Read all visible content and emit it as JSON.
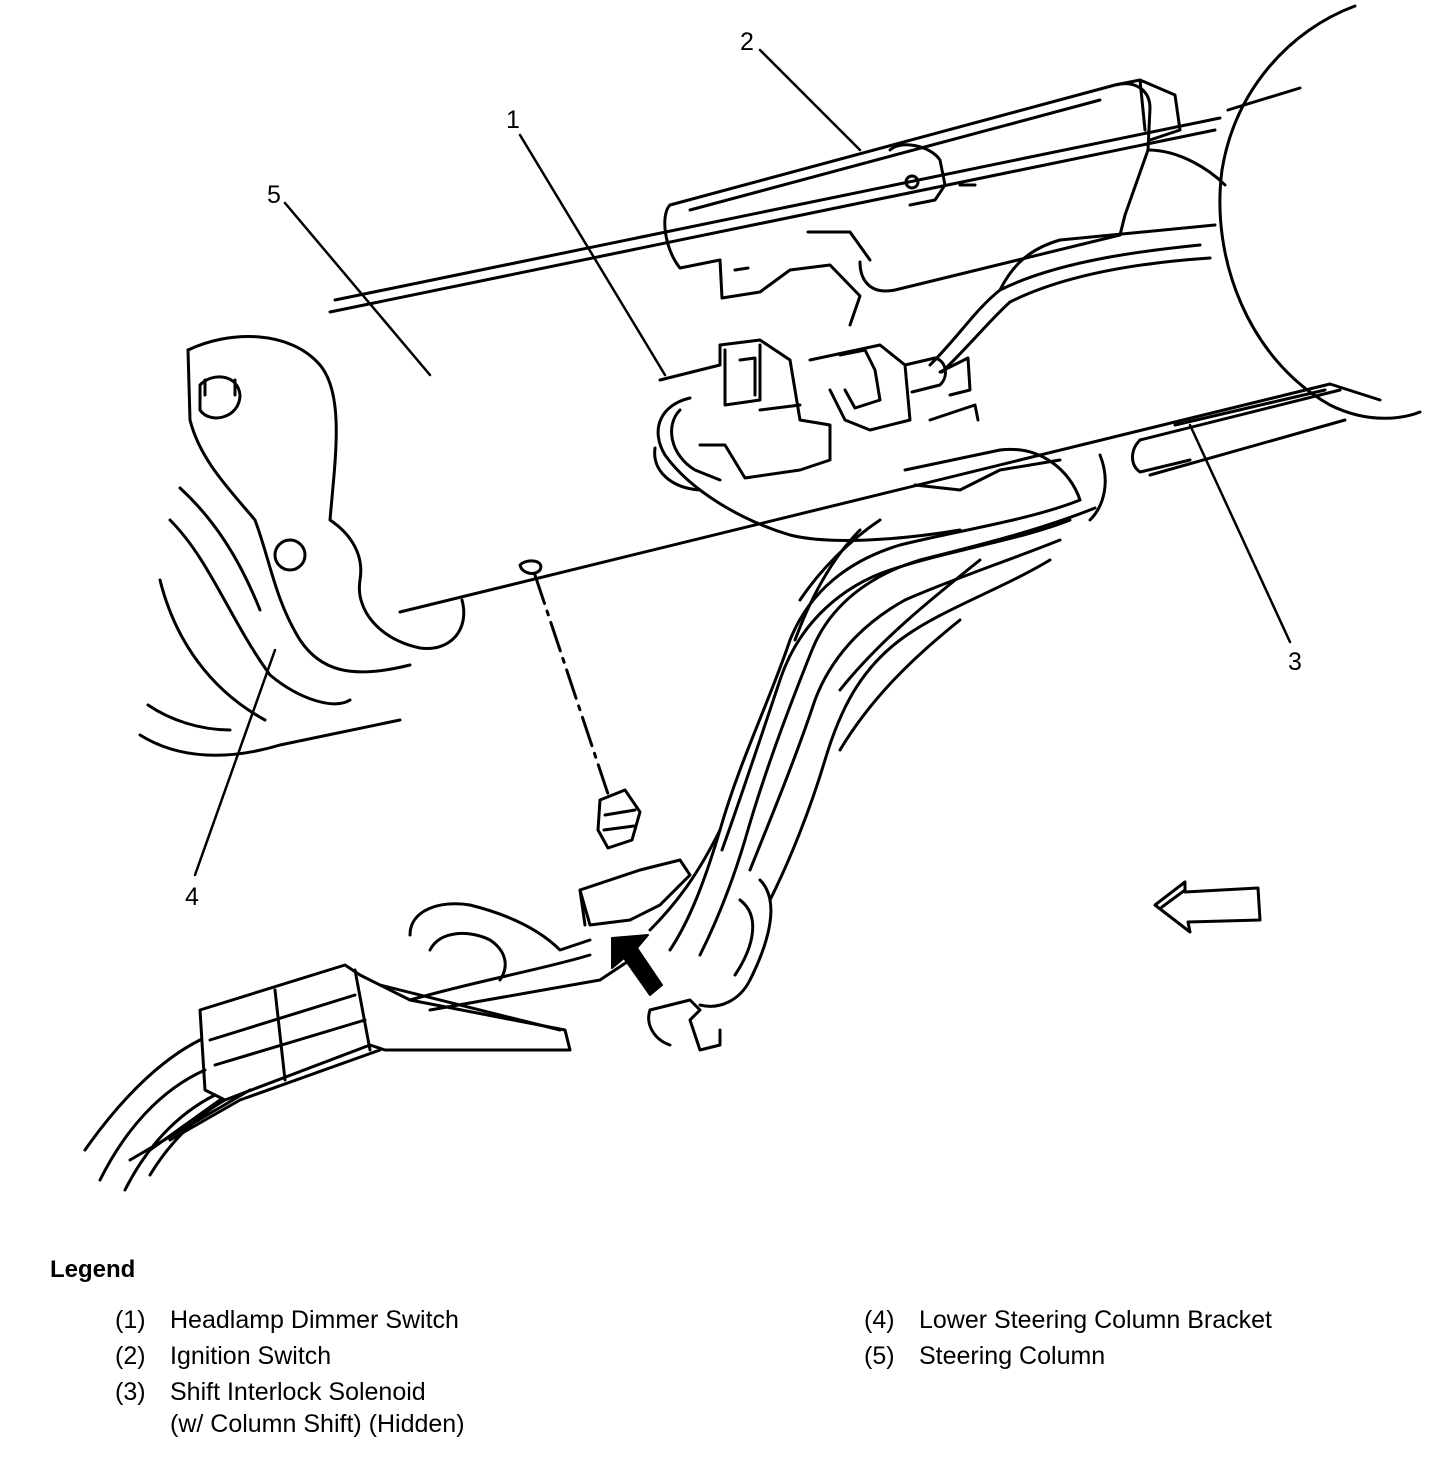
{
  "figure": {
    "callouts": [
      "1",
      "2",
      "3",
      "4",
      "5"
    ]
  },
  "legend": {
    "title": "Legend",
    "items": [
      {
        "num": "(1)",
        "text": "Headlamp Dimmer Switch"
      },
      {
        "num": "(2)",
        "text": "Ignition Switch"
      },
      {
        "num": "(3)",
        "text": "Shift Interlock Solenoid",
        "text2": "(w/ Column Shift) (Hidden)"
      },
      {
        "num": "(4)",
        "text": "Lower Steering Column Bracket"
      },
      {
        "num": "(5)",
        "text": "Steering Column"
      }
    ]
  }
}
